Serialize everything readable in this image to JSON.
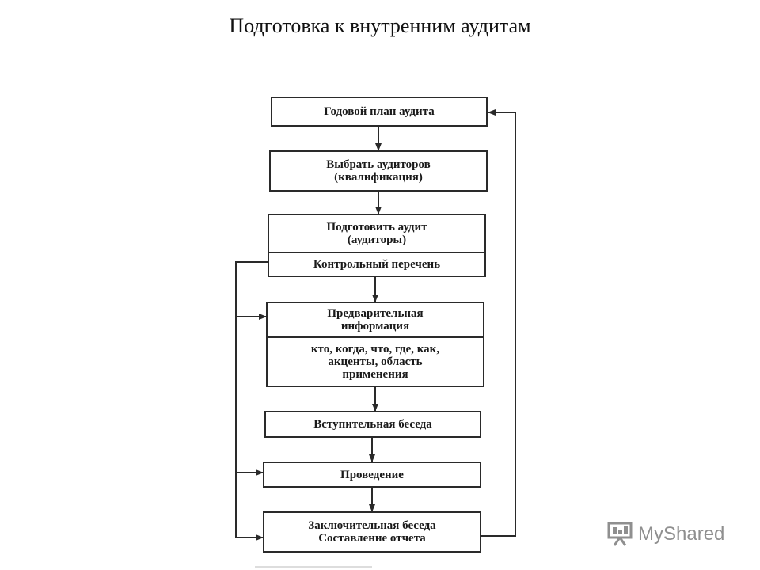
{
  "title": "Подготовка к внутренним аудитам",
  "boxes": {
    "annual_plan": "Годовой план аудита",
    "select_auditors": [
      "Выбрать аудиторов",
      "(квалификация)"
    ],
    "prepare_audit": [
      "Подготовить аудит",
      "(аудиторы)"
    ],
    "checklist": "Контрольный перечень",
    "preliminary_info": [
      "Предварительная",
      "информация"
    ],
    "preliminary_details": [
      "кто, когда, что, где, как,",
      "акценты, область",
      "применения"
    ],
    "opening_meeting": "Вступительная беседа",
    "conducting": "Проведение",
    "closing": [
      "Заключительная беседа",
      "Составление отчета"
    ]
  },
  "watermark": "MyShared",
  "colors": {
    "line": "#2a2a2a",
    "watermark": "#8f8f8f"
  }
}
